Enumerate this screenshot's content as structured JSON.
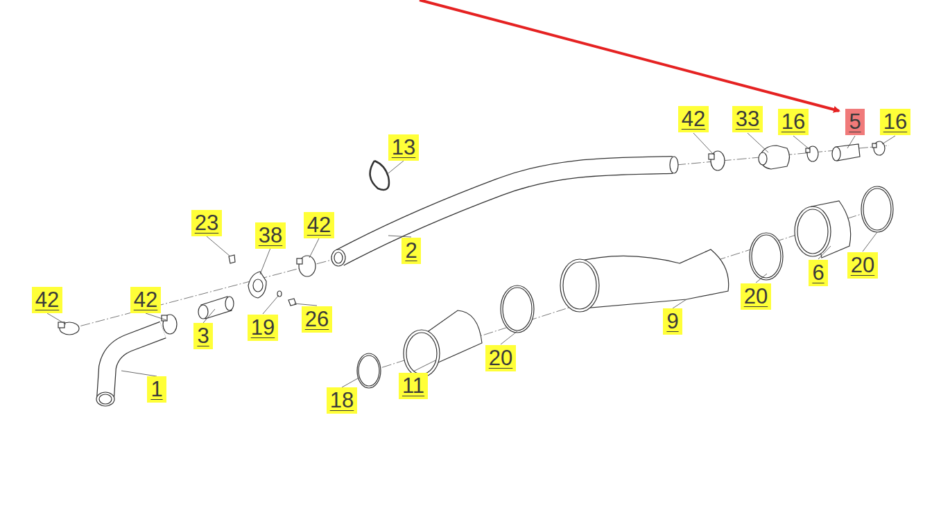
{
  "diagram": {
    "labels": [
      "42",
      "33",
      "16",
      "5",
      "16",
      "13",
      "23",
      "38",
      "42",
      "2",
      "42",
      "42",
      "3",
      "19",
      "26",
      "20",
      "6",
      "20",
      "9",
      "20",
      "11",
      "18",
      "1"
    ]
  }
}
